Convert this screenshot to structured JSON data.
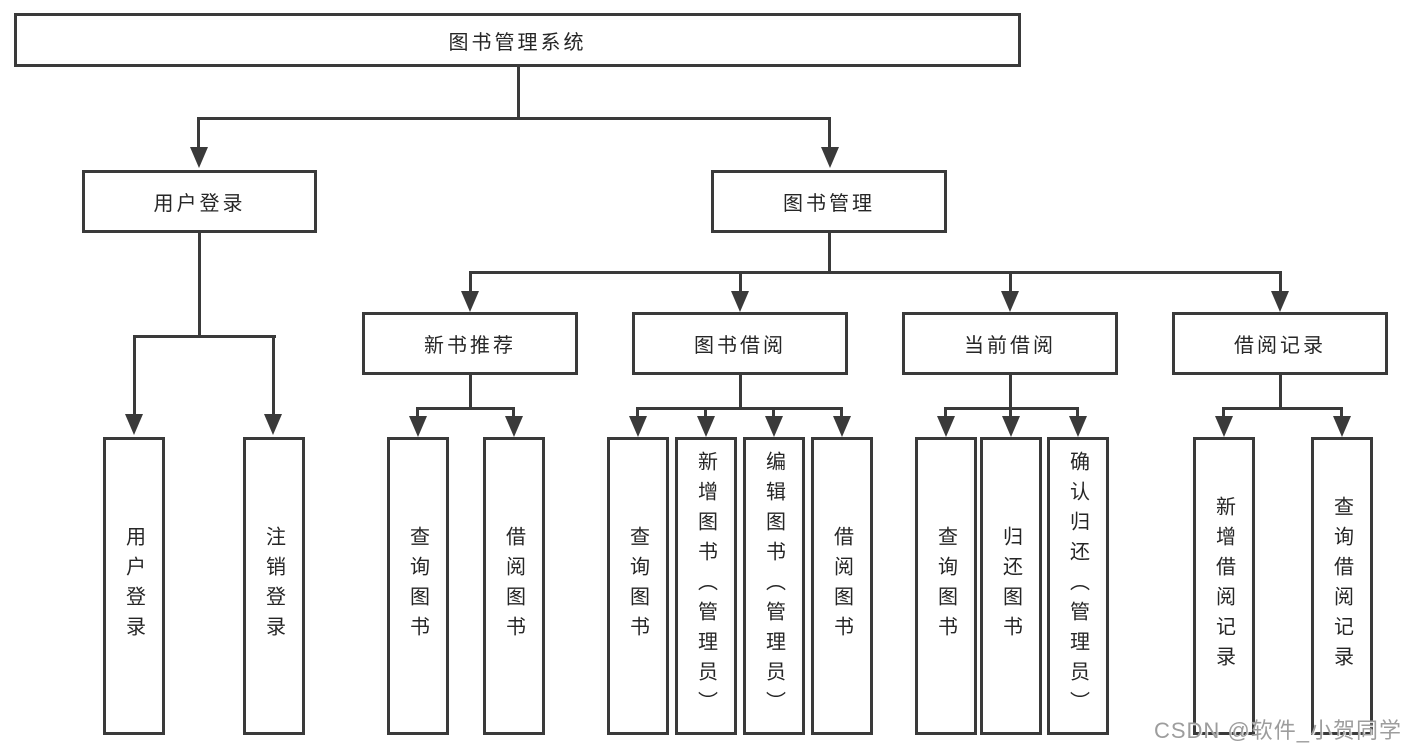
{
  "root": {
    "label": "图书管理系统"
  },
  "level2": {
    "user_login": {
      "label": "用户登录"
    },
    "book_management": {
      "label": "图书管理"
    }
  },
  "level3": {
    "new_book_recommend": {
      "label": "新书推荐"
    },
    "book_borrow": {
      "label": "图书借阅"
    },
    "current_borrow": {
      "label": "当前借阅"
    },
    "borrow_records": {
      "label": "借阅记录"
    }
  },
  "leaves": {
    "user_login": {
      "label": "用户登录"
    },
    "logout_login": {
      "label": "注销登录"
    },
    "nb_query_books": {
      "label": "查询图书"
    },
    "nb_borrow_books": {
      "label": "借阅图书"
    },
    "bb_query_books": {
      "label": "查询图书"
    },
    "bb_add_books_admin": {
      "label": "新增图书（管理员）"
    },
    "bb_edit_books_admin": {
      "label": "编辑图书（管理员）"
    },
    "bb_borrow_books": {
      "label": "借阅图书"
    },
    "cb_query_books": {
      "label": "查询图书"
    },
    "cb_return_books": {
      "label": "归还图书"
    },
    "cb_confirm_return_admin": {
      "label": "确认归还（管理员）"
    },
    "br_add_record": {
      "label": "新增借阅记录"
    },
    "br_query_record": {
      "label": "查询借阅记录"
    }
  },
  "watermark": {
    "label": "CSDN @软件_小贺同学"
  },
  "colors": {
    "line": "#3a3a3a",
    "text": "#262626",
    "background": "#ffffff",
    "watermark": "#9d9d9d"
  }
}
